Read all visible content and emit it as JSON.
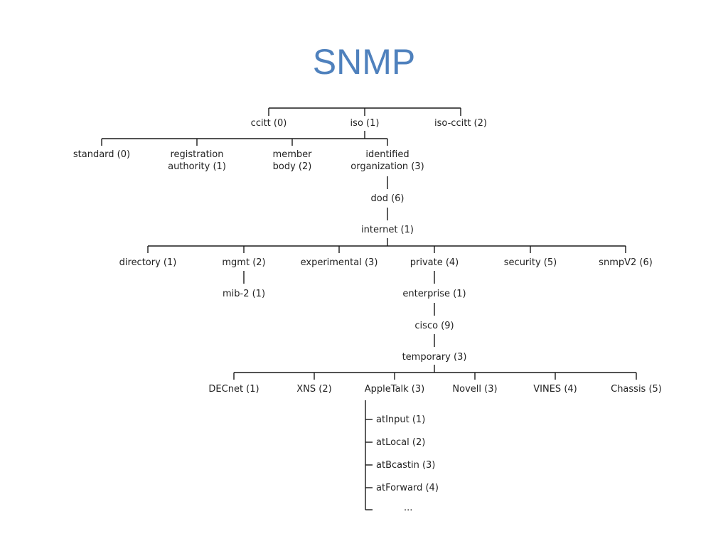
{
  "title": "SNMP",
  "tree": {
    "ccitt": "ccitt (0)",
    "iso": "iso (1)",
    "iso_ccitt": "iso-ccitt (2)",
    "standard": "standard (0)",
    "registration_authority": "registration\nauthority (1)",
    "member_body": "member\nbody (2)",
    "identified_organization": "identified\norganization (3)",
    "dod": "dod (6)",
    "internet": "internet (1)",
    "directory": "directory (1)",
    "mgmt": "mgmt (2)",
    "experimental": "experimental (3)",
    "private": "private (4)",
    "security": "security (5)",
    "snmpv2": "snmpV2 (6)",
    "mib2": "mib-2 (1)",
    "enterprise": "enterprise (1)",
    "cisco": "cisco (9)",
    "temporary": "temporary (3)",
    "decnet": "DECnet (1)",
    "xns": "XNS (2)",
    "appletalk": "AppleTalk (3)",
    "novell": "Novell (3)",
    "vines": "VINES (4)",
    "chassis": "Chassis (5)",
    "atinput": "atInput (1)",
    "atlocal": "atLocal (2)",
    "atbcastin": "atBcastin (3)",
    "atforward": "atForward (4)",
    "more": "..."
  }
}
